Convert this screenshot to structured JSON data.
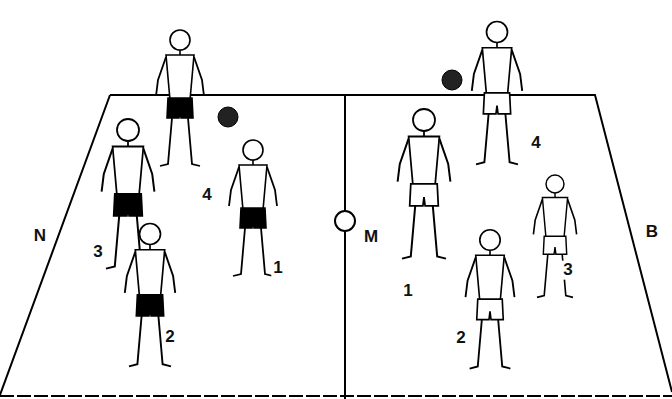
{
  "diagram": {
    "labels": [
      "N",
      "3",
      "4",
      "1",
      "2",
      "M",
      "1",
      "4",
      "2",
      "3",
      "B"
    ]
  }
}
